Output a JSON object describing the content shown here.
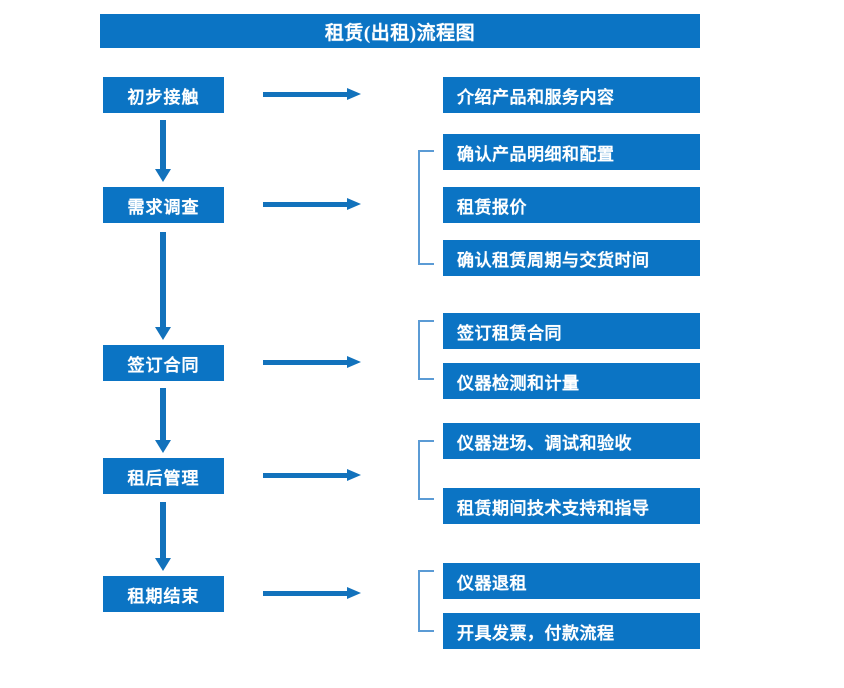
{
  "title": "租赁(出租)流程图",
  "colors": {
    "box_fill": "#0B74C4",
    "box_text": "#FFFFFF",
    "arrow": "#1272BC",
    "bracket": "#5B9BD5",
    "background": "#FFFFFF"
  },
  "stages": [
    {
      "label": "初步接触"
    },
    {
      "label": "需求调查"
    },
    {
      "label": "签订合同"
    },
    {
      "label": "租后管理"
    },
    {
      "label": "租期结束"
    }
  ],
  "details": [
    {
      "label": "介绍产品和服务内容"
    },
    {
      "label": "确认产品明细和配置"
    },
    {
      "label": "租赁报价"
    },
    {
      "label": "确认租赁周期与交货时间"
    },
    {
      "label": "签订租赁合同"
    },
    {
      "label": "仪器检测和计量"
    },
    {
      "label": "仪器进场、调试和验收"
    },
    {
      "label": "租赁期间技术支持和指导"
    },
    {
      "label": "仪器退租"
    },
    {
      "label": "开具发票，付款流程"
    }
  ],
  "chart_data": {
    "type": "flowchart",
    "title": "租赁(出租)流程图",
    "orientation": "vertical-with-branches",
    "nodes": [
      {
        "id": "s1",
        "label": "初步接触",
        "column": "stage",
        "order": 1
      },
      {
        "id": "s2",
        "label": "需求调查",
        "column": "stage",
        "order": 2
      },
      {
        "id": "s3",
        "label": "签订合同",
        "column": "stage",
        "order": 3
      },
      {
        "id": "s4",
        "label": "租后管理",
        "column": "stage",
        "order": 4
      },
      {
        "id": "s5",
        "label": "租期结束",
        "column": "stage",
        "order": 5
      },
      {
        "id": "d1",
        "label": "介绍产品和服务内容",
        "column": "detail",
        "parent": "s1"
      },
      {
        "id": "d2",
        "label": "确认产品明细和配置",
        "column": "detail",
        "parent": "s2"
      },
      {
        "id": "d3",
        "label": "租赁报价",
        "column": "detail",
        "parent": "s2"
      },
      {
        "id": "d4",
        "label": "确认租赁周期与交货时间",
        "column": "detail",
        "parent": "s2"
      },
      {
        "id": "d5",
        "label": "签订租赁合同",
        "column": "detail",
        "parent": "s3"
      },
      {
        "id": "d6",
        "label": "仪器检测和计量",
        "column": "detail",
        "parent": "s3"
      },
      {
        "id": "d7",
        "label": "仪器进场、调试和验收",
        "column": "detail",
        "parent": "s4"
      },
      {
        "id": "d8",
        "label": "租赁期间技术支持和指导",
        "column": "detail",
        "parent": "s4"
      },
      {
        "id": "d9",
        "label": "仪器退租",
        "column": "detail",
        "parent": "s5"
      },
      {
        "id": "d10",
        "label": "开具发票，付款流程",
        "column": "detail",
        "parent": "s5"
      }
    ],
    "edges": [
      {
        "from": "s1",
        "to": "s2",
        "kind": "vertical-arrow"
      },
      {
        "from": "s2",
        "to": "s3",
        "kind": "vertical-arrow"
      },
      {
        "from": "s3",
        "to": "s4",
        "kind": "vertical-arrow"
      },
      {
        "from": "s4",
        "to": "s5",
        "kind": "vertical-arrow"
      },
      {
        "from": "s1",
        "to": "d1",
        "kind": "horizontal-arrow"
      },
      {
        "from": "s2",
        "to": "d2",
        "kind": "horizontal-arrow-bracket"
      },
      {
        "from": "s3",
        "to": "d5",
        "kind": "horizontal-arrow-bracket"
      },
      {
        "from": "s4",
        "to": "d7",
        "kind": "horizontal-arrow-bracket"
      },
      {
        "from": "s5",
        "to": "d9",
        "kind": "horizontal-arrow-bracket"
      }
    ],
    "brackets": [
      {
        "groups": [
          "d2",
          "d3",
          "d4"
        ]
      },
      {
        "groups": [
          "d5",
          "d6"
        ]
      },
      {
        "groups": [
          "d7",
          "d8"
        ]
      },
      {
        "groups": [
          "d9",
          "d10"
        ]
      }
    ]
  }
}
